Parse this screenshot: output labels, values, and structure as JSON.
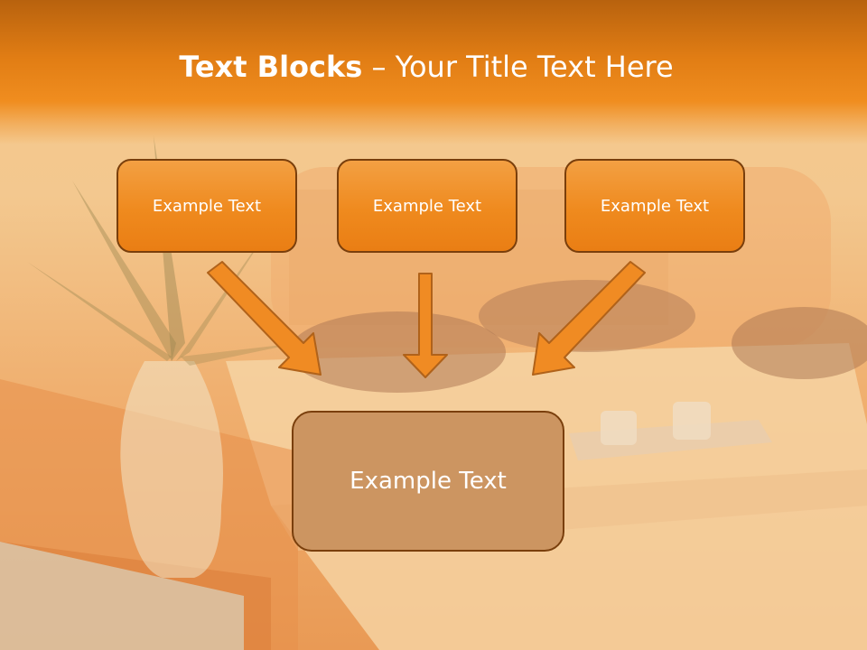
{
  "title": {
    "bold": "Text Blocks",
    "separator": " – ",
    "rest": "Your Title Text Here"
  },
  "blocks": {
    "top": [
      {
        "label": "Example Text"
      },
      {
        "label": "Example Text"
      },
      {
        "label": "Example Text"
      }
    ],
    "bottom": {
      "label": "Example Text"
    }
  },
  "colors": {
    "header_orange": "#f08d1f",
    "box_orange": "#ef8a1e",
    "box_border": "#7a3f0c",
    "bottom_box": "#cc9561",
    "arrow_fill": "#f08b23"
  }
}
